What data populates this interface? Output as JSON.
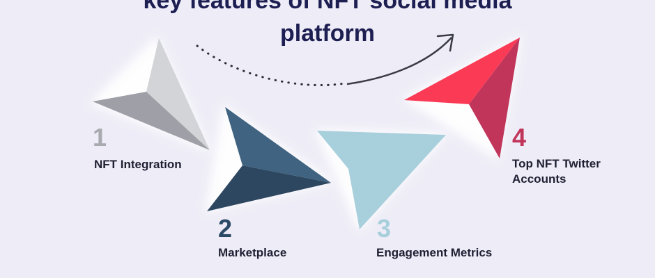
{
  "title": {
    "line1": "key features of NFT social media",
    "line2": "platform"
  },
  "steps": [
    {
      "number": "1",
      "label": "NFT Integration",
      "color": "#a9aab0"
    },
    {
      "number": "2",
      "label": "Marketplace",
      "color": "#2c4a66"
    },
    {
      "number": "3",
      "label": "Engagement Metrics",
      "color": "#a8cfdc"
    },
    {
      "number": "4",
      "label_line1": "Top NFT Twitter",
      "label_line2": "Accounts",
      "color": "#c2355a"
    }
  ],
  "colors": {
    "background": "#eeedf7",
    "title": "#1d1e52",
    "arrow_gray_light": "#d3d4d7",
    "arrow_gray_dark": "#9fa0a7",
    "arrow_navy_light": "#3f6380",
    "arrow_navy_dark": "#2e4760",
    "arrow_blue": "#a8cfdc",
    "arrow_red_light": "#fb3b56",
    "arrow_red_dark": "#c2355a"
  }
}
